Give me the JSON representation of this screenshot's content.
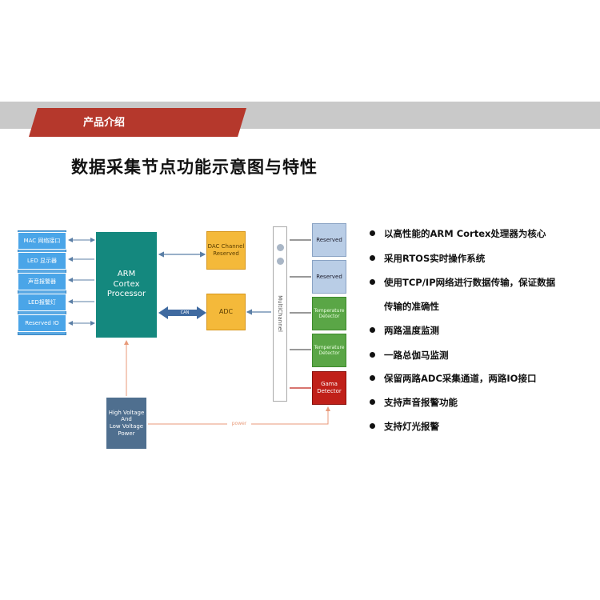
{
  "header": {
    "section_label": "产品介绍"
  },
  "title": "数据采集节点功能示意图与特性",
  "io_ports": [
    "MAC 网络接口",
    "LED 显示器",
    "声音报警器",
    "LED报警灯",
    "Reserved IO"
  ],
  "processor": "ARM\nCortex\nProcessor",
  "dac": "DAC Channel\nReserved",
  "adc": "ADC",
  "can_label": "CAN",
  "power_box": "High Voltage\nAnd\nLow Voltage\nPower",
  "power_line_label": "power",
  "multichannel": "MultiChannel",
  "channels": [
    {
      "label": "Reserved",
      "kind": "reserved"
    },
    {
      "label": "Reserved",
      "kind": "reserved"
    },
    {
      "label": "Temperature\nDetector",
      "kind": "temp"
    },
    {
      "label": "Temperature\nDetector",
      "kind": "temp"
    },
    {
      "label": "Gama\nDetector",
      "kind": "gama"
    }
  ],
  "features": [
    "以高性能的ARM Cortex处理器为核心",
    "采用RTOS实时操作系统",
    "使用TCP/IP网络进行数据传输，保证数据",
    "传输的准确性",
    "两路温度监测",
    "一路总伽马监测",
    "保留两路ADC采集通道，两路IO接口",
    "支持声音报警功能",
    "支持灯光报警"
  ],
  "colors": {
    "banner_accent": "#b5382c",
    "processor": "#14887e",
    "adc_dac": "#f4b93a",
    "io": "#4aa5e8",
    "temperature": "#5aa646",
    "gama": "#c02019",
    "reserved": "#b9cde6",
    "power": "#4f6f8f"
  }
}
